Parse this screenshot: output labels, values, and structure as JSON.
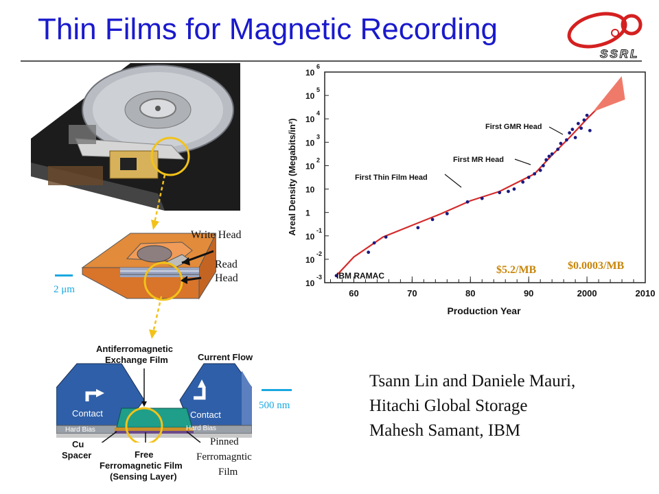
{
  "slide": {
    "title": "Thin Films for Magnetic Recording",
    "logo_text": "SSRL",
    "colors": {
      "title": "#1a1acc",
      "accent_yellow": "#f2c21a",
      "curve_red": "#d42a2a",
      "points_blue": "#1a1a80"
    }
  },
  "hdd": {
    "write_head_label": "Write Head",
    "read_head_label_1": "Read",
    "read_head_label_2": "Head",
    "scale_label": "2 μm"
  },
  "gmr": {
    "afm_label_1": "Antiferromagnetic",
    "afm_label_2": "Exchange Film",
    "current_flow_label": "Current Flow",
    "contact_left": "Contact",
    "contact_right": "Contact",
    "hard_bias_left": "Hard Bias",
    "hard_bias_right": "Hard Bias",
    "cu_label_1": "Cu",
    "cu_label_2": "Spacer",
    "free_label_1": "Free",
    "free_label_2": "Ferromagnetic Film",
    "free_label_3": "(Sensing Layer)",
    "pinned_label_1": "Pinned",
    "pinned_label_2": "Ferromagntic",
    "pinned_label_3": "Film",
    "scale_label": "500 nm"
  },
  "chart_data": {
    "type": "scatter",
    "title": "",
    "xlabel": "Production Year",
    "ylabel": "Areal Density (Megabits/in²)",
    "xlim": [
      1955,
      2010
    ],
    "ylim_log10": [
      -3,
      6
    ],
    "x_ticks": [
      "60",
      "70",
      "80",
      "90",
      "2000",
      "2010"
    ],
    "y_ticks": [
      {
        "base": "10",
        "exp": "6"
      },
      {
        "base": "10",
        "exp": "5"
      },
      {
        "base": "10",
        "exp": "4"
      },
      {
        "base": "10",
        "exp": "3"
      },
      {
        "base": "10",
        "exp": "2"
      },
      {
        "base": "10",
        "exp": ""
      },
      {
        "base": "1",
        "exp": ""
      },
      {
        "base": "10",
        "exp": "-1"
      },
      {
        "base": "10",
        "exp": "-2"
      },
      {
        "base": "10",
        "exp": "-3"
      }
    ],
    "log_scale_y": true,
    "annotations": {
      "ibm_ramac": "IBM RAMAC",
      "thin_film": "First Thin Film Head",
      "mr": "First MR Head",
      "gmr": "First GMR Head",
      "cost_1991": "$5.2/MB",
      "cost_2000": "$0.0003/MB"
    },
    "points": [
      [
        1957,
        -2.7
      ],
      [
        1962.5,
        -1.7
      ],
      [
        1963.5,
        -1.3
      ],
      [
        1965.5,
        -1.05
      ],
      [
        1971,
        -0.65
      ],
      [
        1973.5,
        -0.3
      ],
      [
        1976,
        -0.05
      ],
      [
        1979.5,
        0.45
      ],
      [
        1982,
        0.6
      ],
      [
        1985,
        0.85
      ],
      [
        1986.5,
        0.9
      ],
      [
        1987.5,
        1.0
      ],
      [
        1989,
        1.3
      ],
      [
        1990,
        1.5
      ],
      [
        1991,
        1.65
      ],
      [
        1992,
        1.8
      ],
      [
        1992.5,
        2.0
      ],
      [
        1993,
        2.25
      ],
      [
        1993.5,
        2.4
      ],
      [
        1994,
        2.5
      ],
      [
        1995,
        2.7
      ],
      [
        1995.5,
        2.95
      ],
      [
        1996.5,
        3.1
      ],
      [
        1997,
        3.4
      ],
      [
        1997.5,
        3.55
      ],
      [
        1998,
        3.2
      ],
      [
        1998.5,
        3.8
      ],
      [
        1999,
        3.6
      ],
      [
        1999.5,
        3.95
      ],
      [
        2000,
        4.15
      ],
      [
        2000.5,
        3.5
      ]
    ],
    "trend": [
      [
        1957,
        -2.7
      ],
      [
        1960,
        -1.9
      ],
      [
        1965,
        -1.05
      ],
      [
        1970,
        -0.55
      ],
      [
        1975,
        -0.05
      ],
      [
        1980,
        0.5
      ],
      [
        1985,
        0.9
      ],
      [
        1989,
        1.4
      ],
      [
        1991,
        1.65
      ],
      [
        1994,
        2.45
      ],
      [
        1997,
        3.2
      ],
      [
        2000,
        4.0
      ],
      [
        2002,
        4.5
      ]
    ]
  },
  "credits": {
    "line1": "Tsann Lin and Daniele Mauri,",
    "line2": "Hitachi Global Storage",
    "line3": "Mahesh Samant, IBM"
  }
}
